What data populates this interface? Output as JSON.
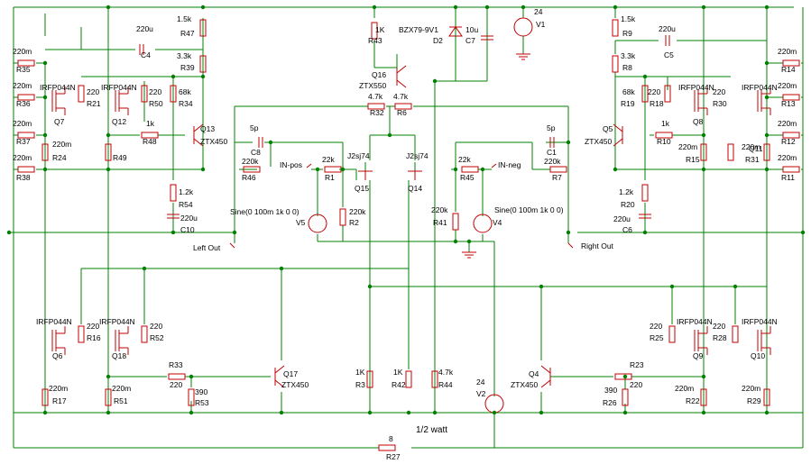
{
  "schematic": {
    "footer_note": "1/2 watt",
    "feedback_resistor": {
      "value": "8",
      "ref": "R27"
    },
    "left_out_label": "Left Out",
    "right_out_label": "Right Out",
    "in_pos_label": "IN-pos",
    "in_neg_label": "IN-neg",
    "v1": {
      "value": "24",
      "ref": "V1"
    },
    "v2": {
      "value": "24",
      "ref": "V2"
    },
    "v4": {
      "spec": "Sine(0 100m 1k 0 0)",
      "ref": "V4"
    },
    "v5": {
      "spec": "Sine(0 100m 1k 0 0)",
      "ref": "V5"
    },
    "labels": [
      "1.5k",
      "R47",
      "220u",
      "C4",
      "3.3k",
      "R39",
      "220m",
      "R35",
      "220m",
      "R36",
      "220m",
      "R37",
      "220m",
      "R38",
      "IRFP044N",
      "220",
      "R21",
      "Q7",
      "IRFP044N",
      "220",
      "R50",
      "68k",
      "R34",
      "Q12",
      "1k",
      "R48",
      "Q13",
      "ZTX450",
      "220m",
      "R24",
      "R49",
      "1.2k",
      "R54",
      "220u",
      "C10",
      "5p",
      "C8",
      "220k",
      "R46",
      "1K",
      "R43",
      "BZX79-9V1",
      "D2",
      "10u",
      "C7",
      "Q16",
      "ZTX550",
      "4.7k",
      "R32",
      "4.7k",
      "R6",
      "22k",
      "R1",
      "J2sj74",
      "Q15",
      "J2sj74",
      "Q14",
      "22k",
      "R45",
      "220k",
      "R2",
      "220k",
      "R41",
      "5p",
      "C1",
      "220k",
      "R7",
      "1.5k",
      "R9",
      "220u",
      "C5",
      "3.3k",
      "R8",
      "68k",
      "R19",
      "220",
      "R18",
      "IRFP044N",
      "Q8",
      "220",
      "R30",
      "IRFP044N",
      "Q11",
      "Q5",
      "ZTX450",
      "1k",
      "R10",
      "220m",
      "R15",
      "220m",
      "R31",
      "1.2k",
      "R20",
      "220u",
      "C6",
      "220m",
      "R14",
      "220m",
      "R13",
      "220m",
      "R12",
      "220m",
      "R11",
      "IRFP044N",
      "220",
      "R16",
      "Q6",
      "IRFP044N",
      "220",
      "R52",
      "Q18",
      "R33",
      "220",
      "390",
      "R53",
      "Q17",
      "ZTX450",
      "220m",
      "R17",
      "220m",
      "R51",
      "1K",
      "R3",
      "1K",
      "R42",
      "4.7k",
      "R44",
      "ZTX450",
      "Q4",
      "R23",
      "220",
      "390",
      "R26",
      "220",
      "R25",
      "IRFP044N",
      "Q9",
      "220",
      "R28",
      "IRFP044N",
      "Q10",
      "220m",
      "R22",
      "220m",
      "R29"
    ]
  }
}
